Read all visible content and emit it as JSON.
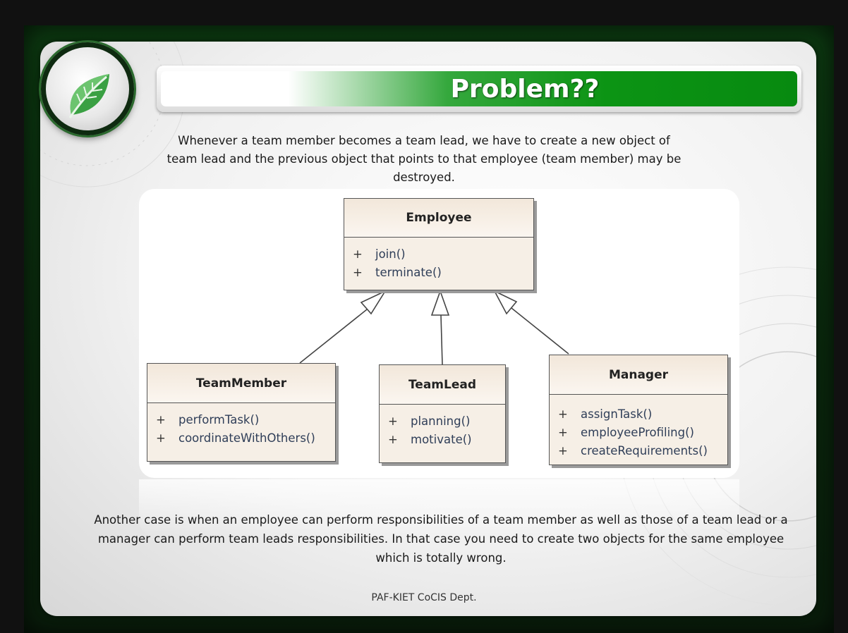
{
  "title": "Problem??",
  "intro": "Whenever a team member becomes a team lead, we have to create a new object of team lead and the previous object that points to that employee (team member) may be destroyed.",
  "diagram": {
    "classes": {
      "employee": {
        "name": "Employee",
        "ops": [
          "join()",
          "terminate()"
        ]
      },
      "team_member": {
        "name": "TeamMember",
        "ops": [
          "performTask()",
          "coordinateWithOthers()"
        ]
      },
      "team_lead": {
        "name": "TeamLead",
        "ops": [
          "planning()",
          "motivate()"
        ]
      },
      "manager": {
        "name": "Manager",
        "ops": [
          "assignTask()",
          "employeeProfiling()",
          "createRequirements()"
        ]
      }
    },
    "visibility": "+",
    "relations": [
      {
        "from": "TeamMember",
        "to": "Employee",
        "type": "generalization"
      },
      {
        "from": "TeamLead",
        "to": "Employee",
        "type": "generalization"
      },
      {
        "from": "Manager",
        "to": "Employee",
        "type": "generalization"
      }
    ]
  },
  "bottom_text": "Another case is when an employee can perform responsibilities of a team member as well as those of a team lead or a manager can perform team leads responsibilities. In that case you need to create two objects for the same employee which is totally wrong.",
  "footer": "PAF-KIET CoCIS Dept.",
  "colors": {
    "accent": "#0c9414",
    "frame": "#0d3d12",
    "class_fill": "#f6efe6"
  },
  "icons": {
    "logo": "leaf-icon"
  }
}
